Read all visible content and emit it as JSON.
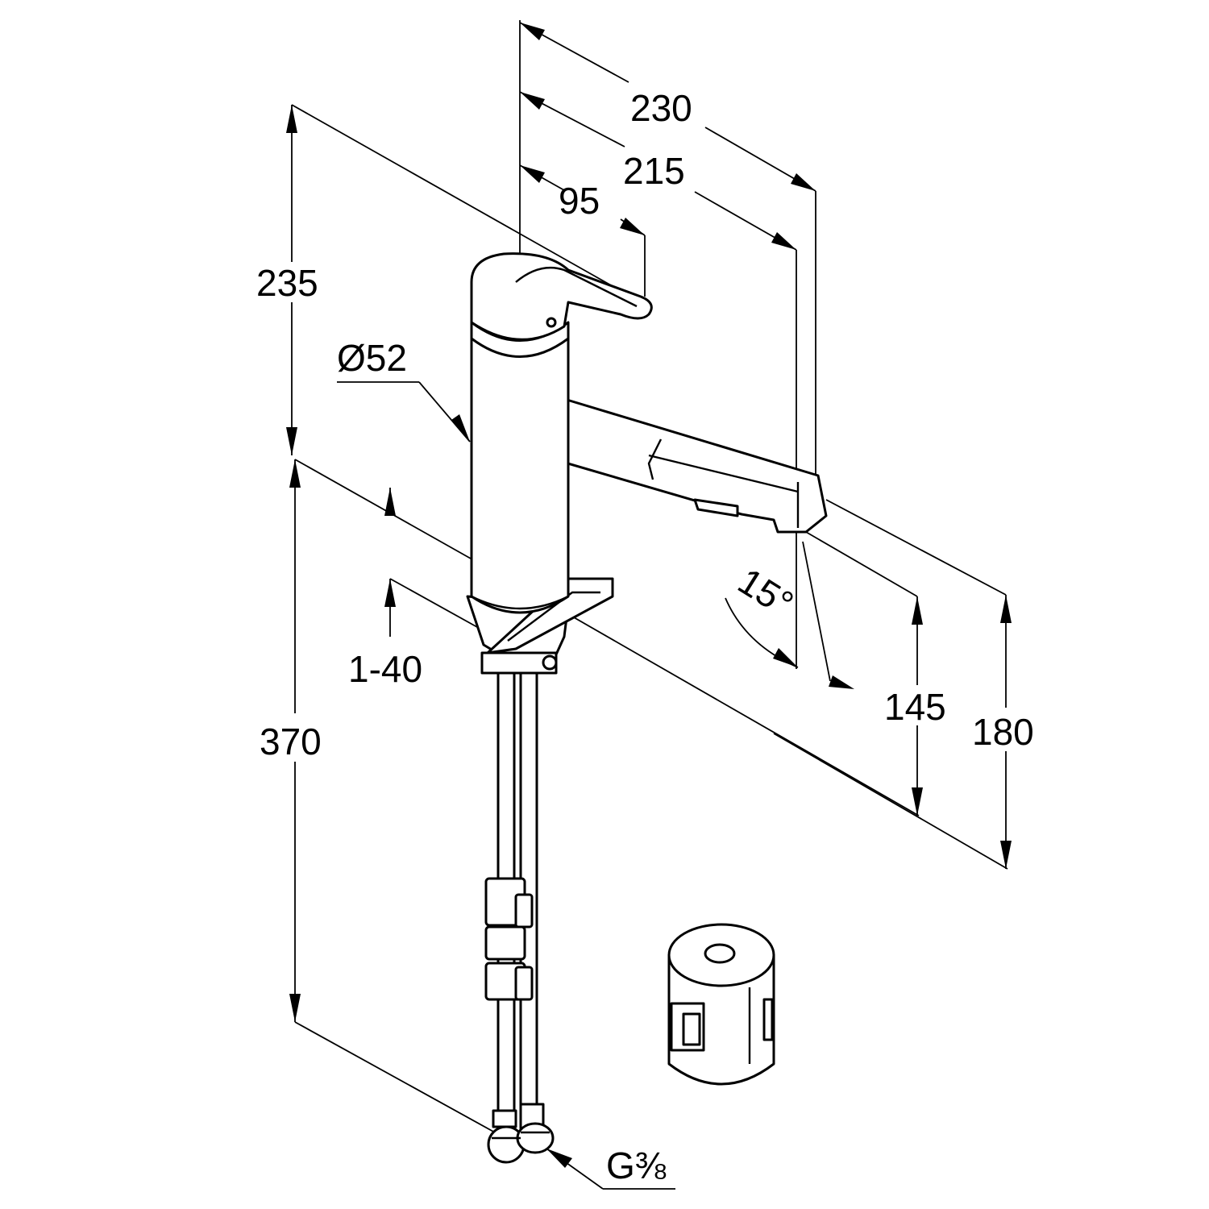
{
  "dimensions": {
    "overall_reach": "230",
    "spout_reach": "215",
    "lever_reach": "95",
    "total_height": "235",
    "body_diameter": "Ø52",
    "mounting_thickness": "1-40",
    "hose_length": "370",
    "angle": "15°",
    "outlet_height": "145",
    "spout_height": "180",
    "connection_thread": "G⅜"
  }
}
